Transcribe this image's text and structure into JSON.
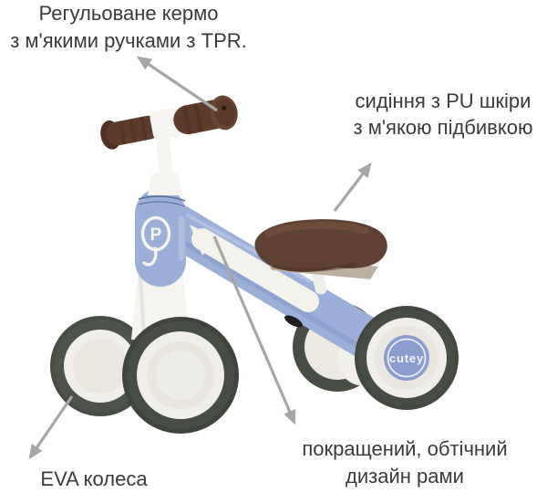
{
  "annotations": {
    "handlebar": {
      "line1": "Регульоване кермо",
      "line2": "з м'якими ручками з TPR."
    },
    "seat": {
      "line1": "сидіння з PU шкіри",
      "line2": "з м'якою підбивкою"
    },
    "wheels": {
      "line1": "EVA колеса"
    },
    "frame": {
      "line1": "покращений, обтічний",
      "line2": "дизайн рами"
    }
  },
  "product": {
    "hub_text": "cutey",
    "logo_letter": "P"
  },
  "colors": {
    "text": "#3a3a3a",
    "arrow": "#a6a6a6",
    "frame_blue": "#9bafd8",
    "hub_blue": "#8b9ccf",
    "seat_brown": "#5f4134",
    "grip_brown": "#5e3c2b",
    "tire_gray": "#474c44",
    "rim_cream": "#f0eee8",
    "white_parts": "#f5f4f0"
  }
}
